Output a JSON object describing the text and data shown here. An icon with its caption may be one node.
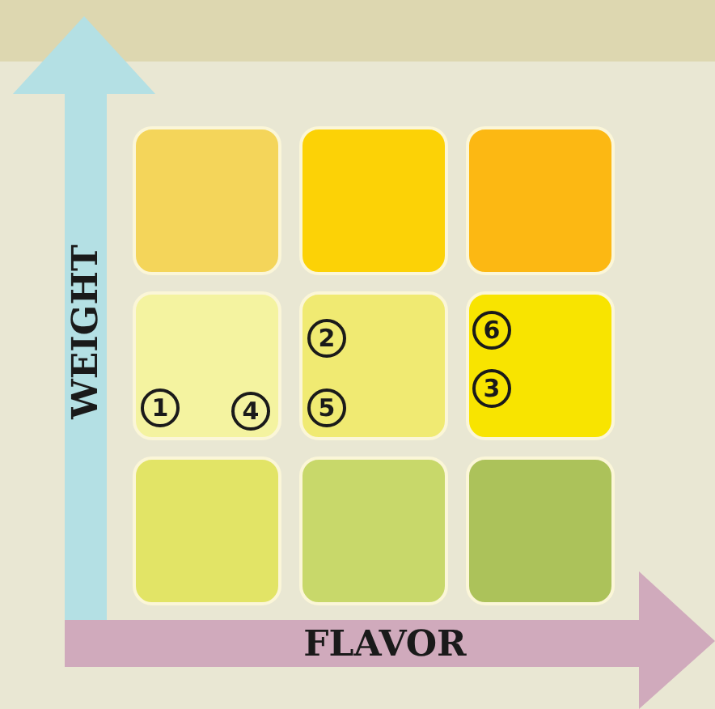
{
  "diagram": {
    "nodes": [
      {
        "text": [],
        "shape": "box"
      },
      {
        "text": [],
        "shape": "box"
      },
      {
        "text": [],
        "shape": "box"
      },
      {
        "text": [],
        "shape": "box"
      },
      {
        "text": [],
        "shape": "box"
      },
      {
        "text": [],
        "shape": "box"
      },
      {
        "text": [],
        "shape": "box"
      },
      {
        "text": [],
        "shape": "box"
      },
      {
        "text": [],
        "shape": "box"
      }
    ],
    "labels": [
      "6",
      "2",
      "3",
      "1",
      "4",
      "5",
      "WEIGHT",
      "FLAVOR"
    ]
  }
}
